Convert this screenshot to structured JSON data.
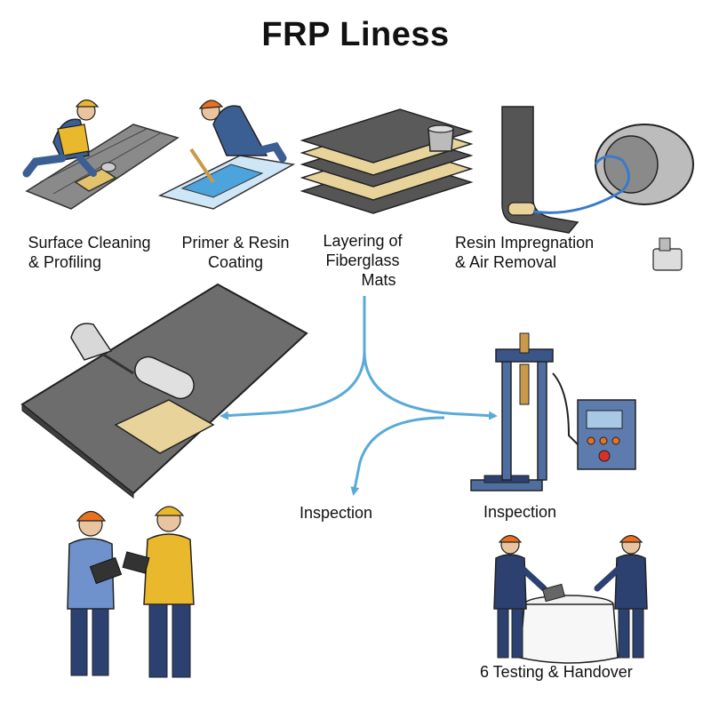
{
  "title": "FRP Liness",
  "steps": [
    {
      "line1": "Surface Cleaning",
      "line2": "& Profiling"
    },
    {
      "line1": "Primer & Resin",
      "line2": "Coating"
    },
    {
      "line1": "Layering of",
      "line2": "Fiberglass",
      "line3": "Mats"
    },
    {
      "line1": "Resin Impregnation",
      "line2": "& Air Removal"
    }
  ],
  "inspection_left": "Inspection",
  "inspection_right": "Inspection",
  "final_step": "6 Testing & Handover",
  "colors": {
    "arrow": "#5aaad8",
    "worker_blue": "#3c5f93",
    "vest_yellow": "#e9b82c",
    "helmet_orange": "#e8711f",
    "sheet_gray": "#6d6d6d",
    "mat_tan": "#e8d49a",
    "machine_blue": "#4f6ea0"
  }
}
